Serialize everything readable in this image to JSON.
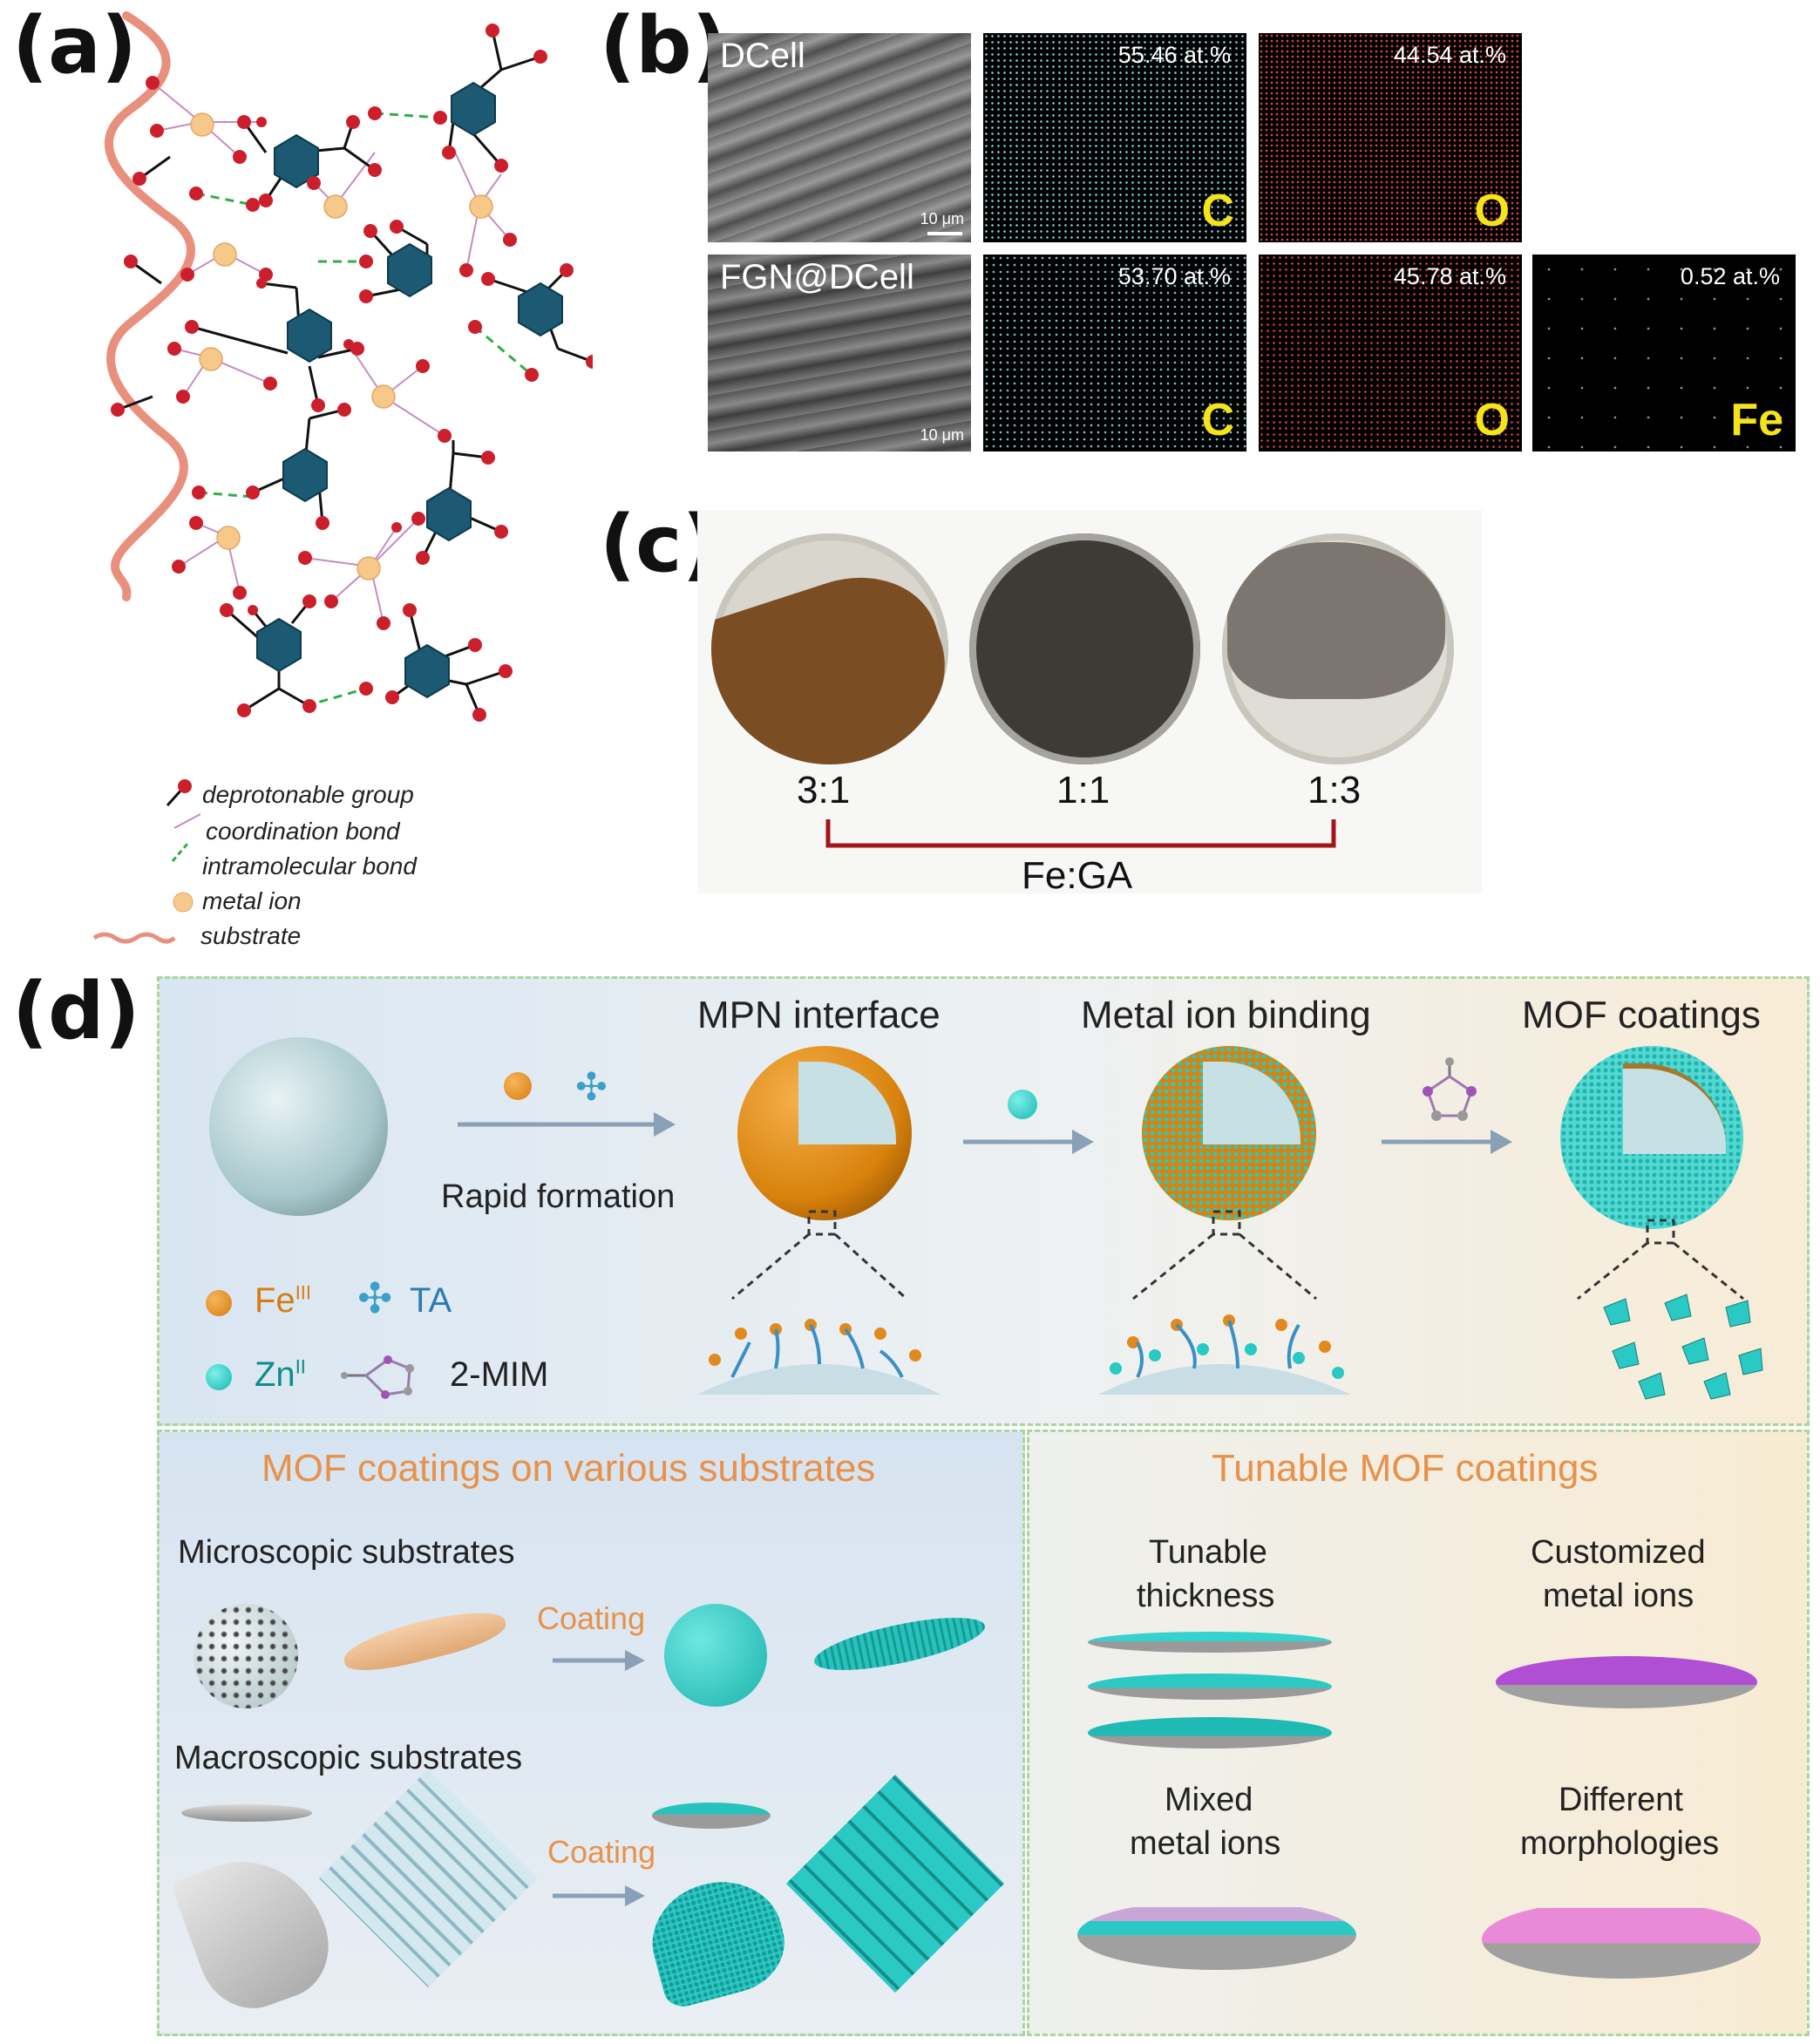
{
  "panel_labels": {
    "a": "(a)",
    "b": "(b)",
    "c": "(c)",
    "d": "(d)"
  },
  "panel_a": {
    "legend": [
      {
        "icon": "deprotonable-group-icon",
        "label": "deprotonable group"
      },
      {
        "icon": "coordination-bond-icon",
        "label": "coordination bond"
      },
      {
        "icon": "intramolecular-bond-icon",
        "label": "intramolecular bond"
      },
      {
        "icon": "metal-ion-icon",
        "label": "metal ion"
      },
      {
        "icon": "substrate-icon",
        "label": "substrate"
      }
    ]
  },
  "panel_b": {
    "rows": [
      {
        "sample": "DCell",
        "scale": "10 μm",
        "maps": [
          {
            "element": "C",
            "percent": "55.46 at.%"
          },
          {
            "element": "O",
            "percent": "44.54 at.%"
          }
        ]
      },
      {
        "sample": "FGN@DCell",
        "scale": "10 μm",
        "maps": [
          {
            "element": "C",
            "percent": "53.70 at.%"
          },
          {
            "element": "O",
            "percent": "45.78 at.%"
          },
          {
            "element": "Fe",
            "percent": "0.52 at.%"
          }
        ]
      }
    ]
  },
  "panel_c": {
    "ratios": [
      "3:1",
      "1:1",
      "1:3"
    ],
    "axis_label": "Fe:GA"
  },
  "panel_d": {
    "top": {
      "titles": {
        "mpn": "MPN interface",
        "binding": "Metal ion binding",
        "mof": "MOF coatings"
      },
      "rapid_formation": "Rapid formation",
      "legend": {
        "fe_base": "Fe",
        "fe_sup": "III",
        "ta": "TA",
        "zn_base": "Zn",
        "zn_sup": "II",
        "mim": "2-MIM"
      }
    },
    "bottom_left": {
      "title": "MOF coatings on various substrates",
      "microscopic": "Microscopic substrates",
      "macroscopic": "Macroscopic substrates",
      "coating1": "Coating",
      "coating2": "Coating"
    },
    "bottom_right": {
      "title": "Tunable MOF coatings",
      "thickness": [
        "Tunable",
        "thickness"
      ],
      "customized": [
        "Customized",
        "metal ions"
      ],
      "mixed": [
        "Mixed",
        "metal ions"
      ],
      "morphologies": [
        "Different",
        "morphologies"
      ]
    }
  },
  "colors": {
    "hexagon": "#1c5a73",
    "oxygen": "#cc1f2c",
    "metal": "#f6c88a",
    "substrate": "#e8907d",
    "coordination": "#c58bc2",
    "hbond": "#2fae4a",
    "teal": "#2ac9c4",
    "orange_fe": "#e08a1e",
    "d_title": "#e8914a",
    "bracket": "#a3151a"
  }
}
